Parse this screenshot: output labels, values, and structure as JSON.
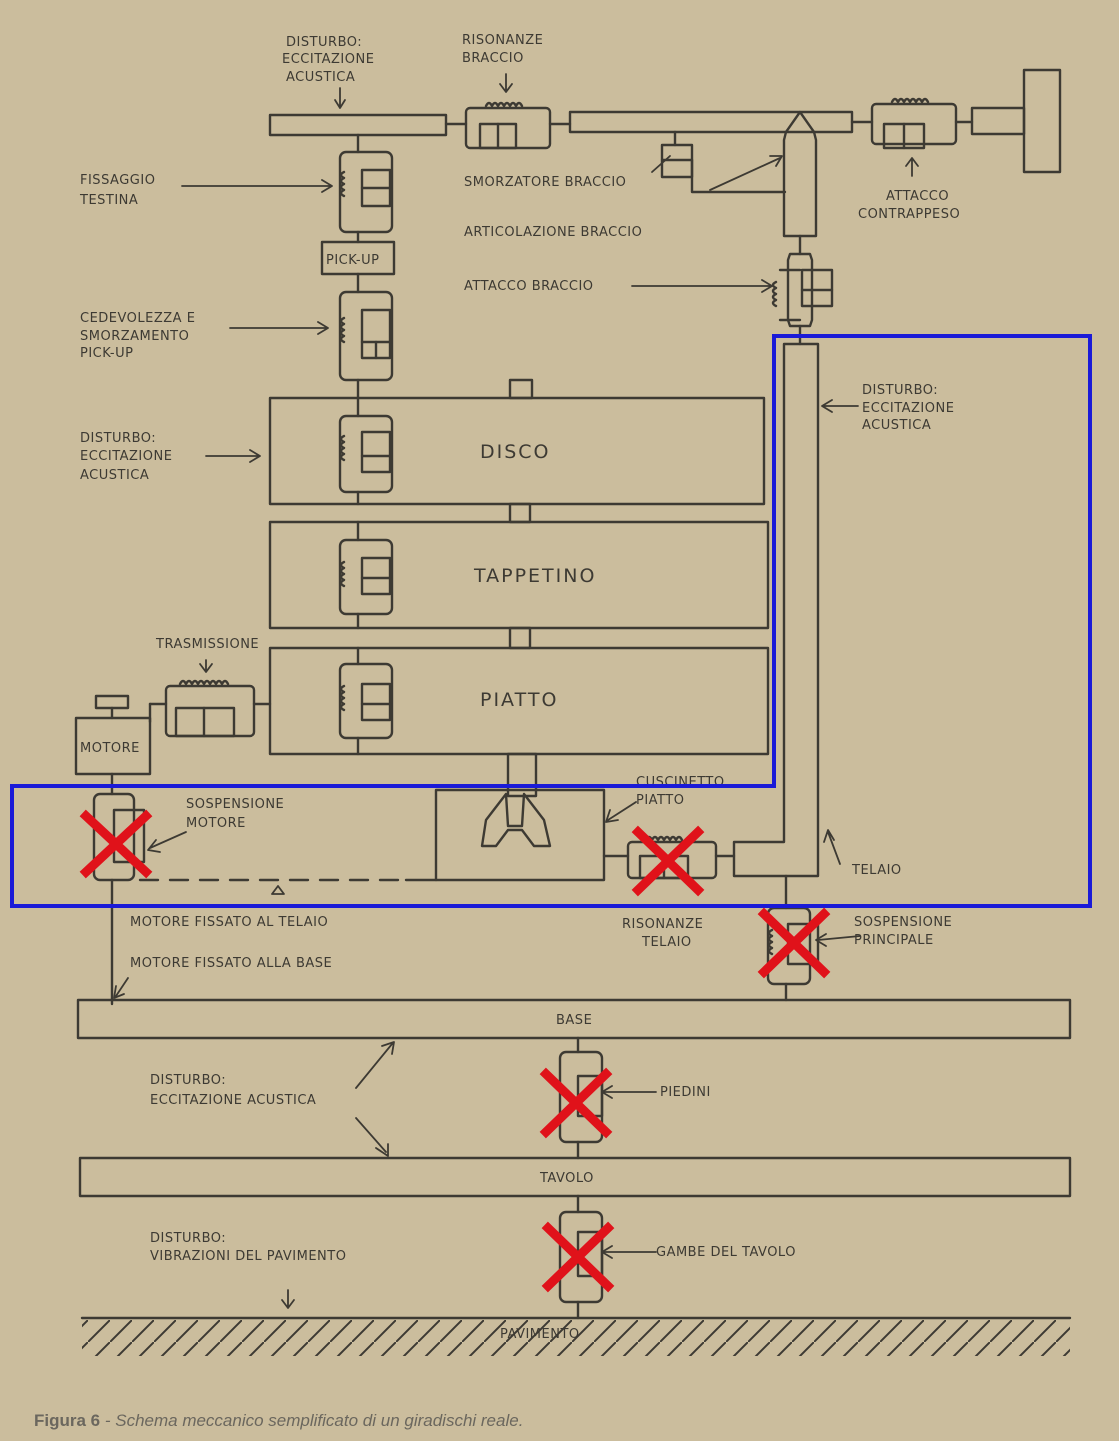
{
  "labels": {
    "disturbo_top": "DISTURBO:",
    "eccitazione_top": "ECCITAZIONE",
    "acustica_top": "ACUSTICA",
    "risonanze_braccio_1": "RISONANZE",
    "risonanze_braccio_2": "BRACCIO",
    "fissaggio_1": "FISSAGGIO",
    "fissaggio_2": "TESTINA",
    "smorzatore_braccio": "SMORZATORE BRACCIO",
    "articolazione_braccio": "ARTICOLAZIONE BRACCIO",
    "attacco_contrappeso_1": "ATTACCO",
    "attacco_contrappeso_2": "CONTRAPPESO",
    "pick_up": "PICK-UP",
    "attacco_braccio": "ATTACCO BRACCIO",
    "cedevolezza_1": "CEDEVOLEZZA E",
    "cedevolezza_2": "SMORZAMENTO",
    "cedevolezza_3": "PICK-UP",
    "disturbo_left_1": "DISTURBO:",
    "disturbo_left_2": "ECCITAZIONE",
    "disturbo_left_3": "ACUSTICA",
    "disturbo_right_1": "DISTURBO:",
    "disturbo_right_2": "ECCITAZIONE",
    "disturbo_right_3": "ACUSTICA",
    "disco": "DISCO",
    "tappetino": "TAPPETINO",
    "piatto": "PIATTO",
    "trasmissione": "TRASMISSIONE",
    "motore": "MOTORE",
    "cuscinetto_1": "CUSCINETTO",
    "cuscinetto_2": "PIATTO",
    "sospensione_motore_1": "SOSPENSIONE",
    "sospensione_motore_2": "MOTORE",
    "telaio": "TELAIO",
    "motore_fissato_telaio": "MOTORE FISSATO AL TELAIO",
    "risonanze_telaio_1": "RISONANZE",
    "risonanze_telaio_2": "TELAIO",
    "sospensione_principale_1": "SOSPENSIONE",
    "sospensione_principale_2": "PRINCIPALE",
    "motore_fissato_base": "MOTORE FISSATO ALLA BASE",
    "base": "BASE",
    "disturbo_base_1": "DISTURBO:",
    "disturbo_base_2": "ECCITAZIONE ACUSTICA",
    "piedini": "PIEDINI",
    "tavolo": "TAVOLO",
    "disturbo_floor_1": "DISTURBO:",
    "disturbo_floor_2": "VIBRAZIONI DEL PAVIMENTO",
    "gambe_tavolo": "GAMBE DEL TAVOLO",
    "pavimento": "PAVIMENTO"
  },
  "caption": {
    "prefix": "Figura 6",
    "separator": " - ",
    "text": "Schema meccanico semplificato di un giradischi reale."
  },
  "colors": {
    "paper": "#cbbd9d",
    "ink": "#3d3a33",
    "highlight_box": "#1a1ad8",
    "cross": "#e0121a"
  }
}
